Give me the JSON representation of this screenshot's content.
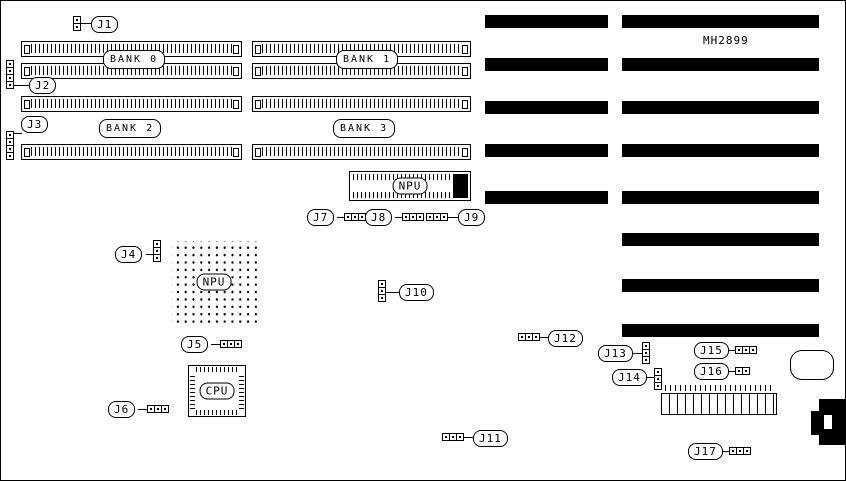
{
  "board": {
    "model": "MH2899"
  },
  "banks": [
    "BANK 0",
    "BANK 1",
    "BANK 2",
    "BANK 3"
  ],
  "chips": {
    "npu_dip": "NPU",
    "npu_pga": "NPU",
    "cpu": "CPU"
  },
  "jumpers": [
    "J1",
    "J2",
    "J3",
    "J4",
    "J5",
    "J6",
    "J7",
    "J8",
    "J9",
    "J10",
    "J11",
    "J12",
    "J13",
    "J14",
    "J15",
    "J16",
    "J17"
  ]
}
